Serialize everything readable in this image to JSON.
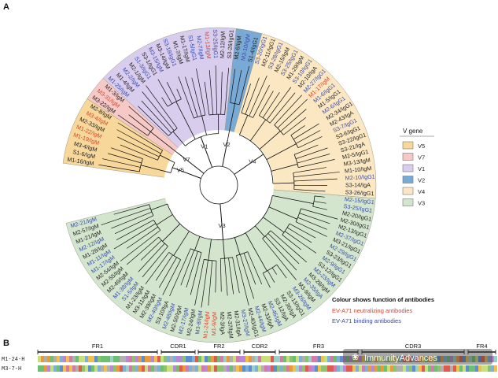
{
  "panels": {
    "a": "A",
    "b": "B"
  },
  "vgene_legend": {
    "title": "V gene",
    "items": [
      {
        "label": "V5",
        "color": "#f7d79a"
      },
      {
        "label": "V7",
        "color": "#f6c9c7"
      },
      {
        "label": "V1",
        "color": "#d9cdee"
      },
      {
        "label": "V2",
        "color": "#79aad6"
      },
      {
        "label": "V4",
        "color": "#fbe8c3"
      },
      {
        "label": "V3",
        "color": "#d3e6cd"
      }
    ]
  },
  "function_legend": {
    "title": "Colour shows function of antibodies",
    "items": [
      {
        "label": "EV-A71 neutralizing antibodies",
        "color": "#d8432e"
      },
      {
        "label": "EV-A71 binding antibodies",
        "color": "#3a4aa8"
      }
    ]
  },
  "inner_labels": [
    "V5",
    "V7",
    "V1",
    "V2",
    "V4",
    "V3"
  ],
  "tree": {
    "sectors": [
      {
        "name": "V5",
        "color": "#f7d79a",
        "leaves": [
          {
            "t": "M1-16/IgM",
            "c": "dark"
          },
          {
            "t": "S1-6/IgM",
            "c": "dark"
          },
          {
            "t": "M3-4/IgM",
            "c": "dark"
          },
          {
            "t": "M1-19/IgM",
            "c": "red"
          },
          {
            "t": "M1-22/IgM",
            "c": "red"
          },
          {
            "t": "M2-33/IgM",
            "c": "dark"
          },
          {
            "t": "M3-4/IgM",
            "c": "red"
          },
          {
            "t": "M2-8/IgM",
            "c": "dark"
          }
        ]
      },
      {
        "name": "V7",
        "color": "#f6c9c7",
        "leaves": [
          {
            "t": "M3-22/IgM",
            "c": "dark"
          },
          {
            "t": "M3-31/IgM",
            "c": "red"
          },
          {
            "t": "M1-3/IgM",
            "c": "dark"
          }
        ]
      },
      {
        "name": "V1",
        "color": "#d9cdee",
        "leaves": [
          {
            "t": "M1-25/IgM",
            "c": "blue"
          },
          {
            "t": "M1-4/IgM",
            "c": "dark"
          },
          {
            "t": "M2-2/IgM",
            "c": "blue"
          },
          {
            "t": "M2-1/IgM",
            "c": "dark"
          },
          {
            "t": "S1-3/IgG1",
            "c": "blue"
          },
          {
            "t": "S3-1/IgG1",
            "c": "dark"
          },
          {
            "t": "M3-15/IgM",
            "c": "blue"
          },
          {
            "t": "M3-14/IgM",
            "c": "dark"
          },
          {
            "t": "S3-18/IgG1",
            "c": "blue"
          },
          {
            "t": "M1-7/IgM",
            "c": "dark"
          },
          {
            "t": "M1-17/IgM",
            "c": "dark"
          },
          {
            "t": "S1-5/IgG1",
            "c": "blue"
          },
          {
            "t": "M2-7/IgM",
            "c": "blue"
          },
          {
            "t": "M1-13/IgM",
            "c": "red"
          },
          {
            "t": "S3-25/IgG1",
            "c": "blue"
          },
          {
            "t": "M2-12/IgM",
            "c": "dark"
          },
          {
            "t": "S3-26/IgG1",
            "c": "dark"
          }
        ]
      },
      {
        "name": "V2",
        "color": "#79aad6",
        "leaves": [
          {
            "t": "M2-6/IgM",
            "c": "dark"
          },
          {
            "t": "M3-10/IgM",
            "c": "blue"
          },
          {
            "t": "S1-4/IgG1",
            "c": "dark"
          }
        ]
      },
      {
        "name": "V4",
        "color": "#fbe8c3",
        "leaves": [
          {
            "t": "S3-20/IgG1",
            "c": "blue"
          },
          {
            "t": "M2-11/IgG1",
            "c": "dark"
          },
          {
            "t": "S3-28/IgG1",
            "c": "blue"
          },
          {
            "t": "M2-15/IgM",
            "c": "dark"
          },
          {
            "t": "S3-25/IgG1",
            "c": "blue"
          },
          {
            "t": "M1-29/IgM",
            "c": "dark"
          },
          {
            "t": "S3-10/IgG1",
            "c": "blue"
          },
          {
            "t": "M2-10/IgA",
            "c": "dark"
          },
          {
            "t": "M2-27/IgG1",
            "c": "blue"
          },
          {
            "t": "M1-17/IgM",
            "c": "red"
          },
          {
            "t": "M1-6/IgG1",
            "c": "blue"
          },
          {
            "t": "M1-5/IgG1",
            "c": "dark"
          },
          {
            "t": "M2-6/IgG1",
            "c": "blue"
          },
          {
            "t": "M2-34/IgG1",
            "c": "dark"
          },
          {
            "t": "M2-43/IgA",
            "c": "dark"
          },
          {
            "t": "S3-7/IgG1",
            "c": "blue"
          },
          {
            "t": "S3-6/IgG1",
            "c": "dark"
          },
          {
            "t": "S3-22/IgG1",
            "c": "dark"
          },
          {
            "t": "S3-21/IgA",
            "c": "dark"
          },
          {
            "t": "M2-5/IgG1",
            "c": "dark"
          },
          {
            "t": "M3-13/IgM",
            "c": "dark"
          },
          {
            "t": "M1-10/IgM",
            "c": "dark"
          },
          {
            "t": "M2-10/IgG1",
            "c": "blue"
          },
          {
            "t": "S3-14/IgA",
            "c": "dark"
          },
          {
            "t": "S3-26/IgG1",
            "c": "dark"
          }
        ]
      },
      {
        "name": "V3",
        "color": "#d3e6cd",
        "leaves": [
          {
            "t": "M2-15/IgG1",
            "c": "blue"
          },
          {
            "t": "S3-25/IgG1",
            "c": "blue"
          },
          {
            "t": "M2-20/IgG1",
            "c": "dark"
          },
          {
            "t": "M2-30/IgG1",
            "c": "dark"
          },
          {
            "t": "M2-13/IgG1",
            "c": "dark"
          },
          {
            "t": "M2-37/IgG1",
            "c": "blue"
          },
          {
            "t": "M3-21/IgG1",
            "c": "dark"
          },
          {
            "t": "M2-29/IgG1",
            "c": "blue"
          },
          {
            "t": "S3-23/IgG1",
            "c": "dark"
          },
          {
            "t": "M2-9/IgG1",
            "c": "blue"
          },
          {
            "t": "S3-12/IgG1",
            "c": "dark"
          },
          {
            "t": "M3-23/IgM",
            "c": "blue"
          },
          {
            "t": "M3-28/IgM",
            "c": "dark"
          },
          {
            "t": "M2-35/IgA",
            "c": "blue"
          },
          {
            "t": "M3-9/IgM",
            "c": "dark"
          },
          {
            "t": "M3-26/IgM",
            "c": "blue"
          },
          {
            "t": "S3-13/IgG1",
            "c": "dark"
          },
          {
            "t": "M2-36/IgA",
            "c": "dark"
          },
          {
            "t": "S3-12/IgA",
            "c": "dark"
          },
          {
            "t": "M2-46/IgM",
            "c": "blue"
          },
          {
            "t": "M2-33/IgA",
            "c": "dark"
          },
          {
            "t": "M2-44/IgM",
            "c": "blue"
          },
          {
            "t": "M2-40/IgG1",
            "c": "dark"
          },
          {
            "t": "M3-27/IgM",
            "c": "blue"
          },
          {
            "t": "M2-31/IgA",
            "c": "dark"
          },
          {
            "t": "M2-37/IgM",
            "c": "dark"
          },
          {
            "t": "M2-3/IgA",
            "c": "dark"
          },
          {
            "t": "M1-9/IgM",
            "c": "red"
          },
          {
            "t": "M1-24/IgM",
            "c": "red"
          },
          {
            "t": "M3-8/IgM",
            "c": "blue"
          },
          {
            "t": "M2-24/IgM",
            "c": "dark"
          },
          {
            "t": "M2-17/IgM",
            "c": "blue"
          },
          {
            "t": "M2-50/IgM",
            "c": "dark"
          },
          {
            "t": "M2-48/IgM",
            "c": "blue"
          },
          {
            "t": "S3-10/IgA",
            "c": "dark"
          },
          {
            "t": "M2-40/IgM",
            "c": "blue"
          },
          {
            "t": "M2-39/IgM",
            "c": "dark"
          },
          {
            "t": "M3-11/IgM",
            "c": "dark"
          },
          {
            "t": "M1-23/IgM",
            "c": "dark"
          },
          {
            "t": "S1-5/IgM",
            "c": "blue"
          },
          {
            "t": "M1-38/IgM",
            "c": "blue"
          },
          {
            "t": "M2-49/IgM",
            "c": "dark"
          },
          {
            "t": "M2-55/IgM",
            "c": "dark"
          },
          {
            "t": "M2-54/IgM",
            "c": "dark"
          },
          {
            "t": "M1-17/IgM",
            "c": "blue"
          },
          {
            "t": "M1-11/IgM",
            "c": "blue"
          },
          {
            "t": "M1-28/IgM",
            "c": "dark"
          },
          {
            "t": "M2-12/IgM",
            "c": "blue"
          },
          {
            "t": "M1-21/IgM",
            "c": "dark"
          },
          {
            "t": "M2-57/IgM",
            "c": "dark"
          },
          {
            "t": "M2-21/IgM",
            "c": "blue"
          }
        ]
      }
    ]
  },
  "alignment": {
    "regions": [
      "FR1",
      "CDR1",
      "FR2",
      "CDR2",
      "FR3",
      "CDR3",
      "FR4"
    ],
    "sequences": [
      {
        "name": "M1-24-H"
      },
      {
        "name": "M3-7-H"
      }
    ]
  },
  "watermark": "ImmunityAdvances"
}
